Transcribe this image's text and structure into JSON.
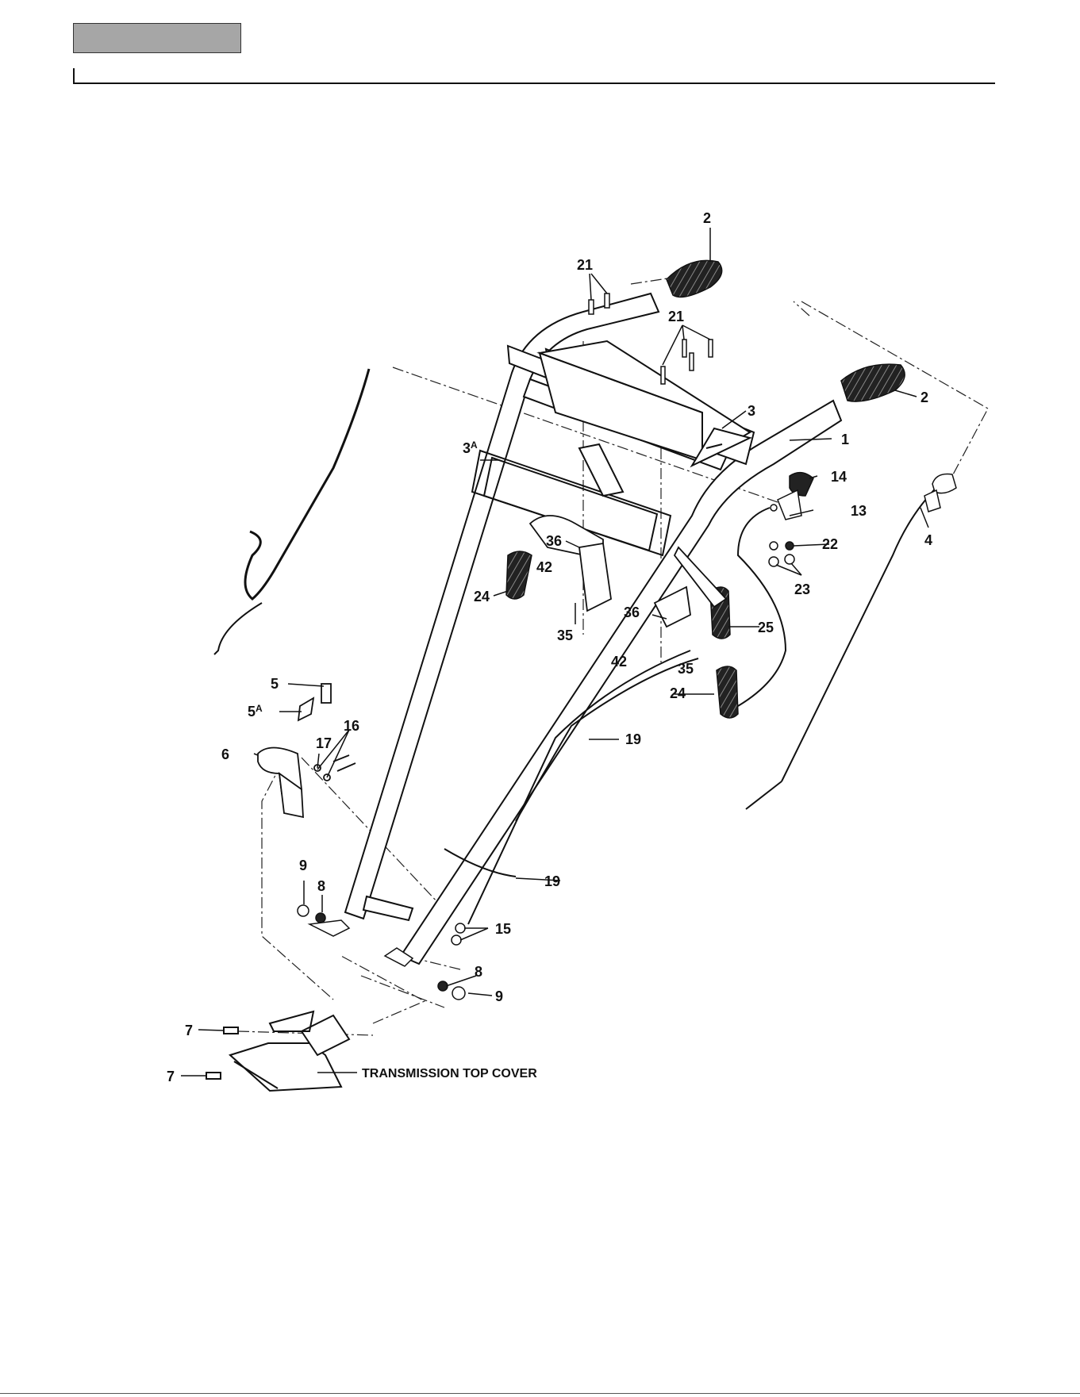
{
  "labels": {
    "l2a": "2",
    "l2b": "2",
    "l21a": "21",
    "l21b": "21",
    "l3": "3",
    "l1": "1",
    "l3a": "3",
    "l3a_sup": "A",
    "l14": "14",
    "l13": "13",
    "l22": "22",
    "l23": "23",
    "l4": "4",
    "l36a": "36",
    "l42a": "42",
    "l24a": "24",
    "l35a": "35",
    "l36b": "36",
    "l42b": "42",
    "l25": "25",
    "l35b": "35",
    "l24b": "24",
    "l5": "5",
    "l5a": "5",
    "l5a_sup": "A",
    "l16": "16",
    "l17": "17",
    "l6": "6",
    "l19a": "19",
    "l19b": "19",
    "l9a": "9",
    "l8a": "8",
    "l15": "15",
    "l8b": "8",
    "l9b": "9",
    "l7a": "7",
    "l7b": "7"
  },
  "callout_text": {
    "transmission_top_cover": "TRANSMISSION TOP COVER"
  },
  "colors": {
    "header_box": "#a6a6a6",
    "ink": "#111111"
  }
}
